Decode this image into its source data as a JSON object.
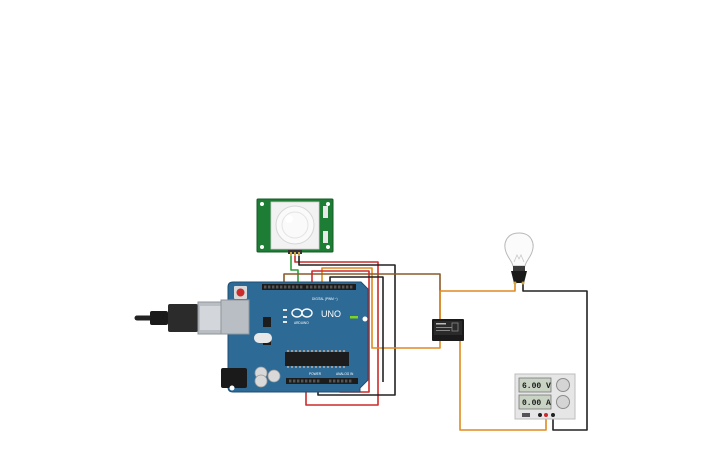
{
  "board": {
    "model_label": "UNO",
    "brand_label": "ARDUINO",
    "digital_label": "DIGITAL (PWM ~)",
    "power_label": "POWER",
    "analog_label": "ANALOG IN"
  },
  "power_supply": {
    "voltage_reading": "6.00 V",
    "current_reading": "0.00 A"
  },
  "colors": {
    "board": "#2d6a96",
    "pir_board": "#1e7d34",
    "wire_orange": "#e08a1e",
    "wire_red": "#cc2b2b",
    "wire_black": "#222222",
    "wire_brown": "#8b5a2b",
    "wire_green": "#2e9e3a"
  }
}
